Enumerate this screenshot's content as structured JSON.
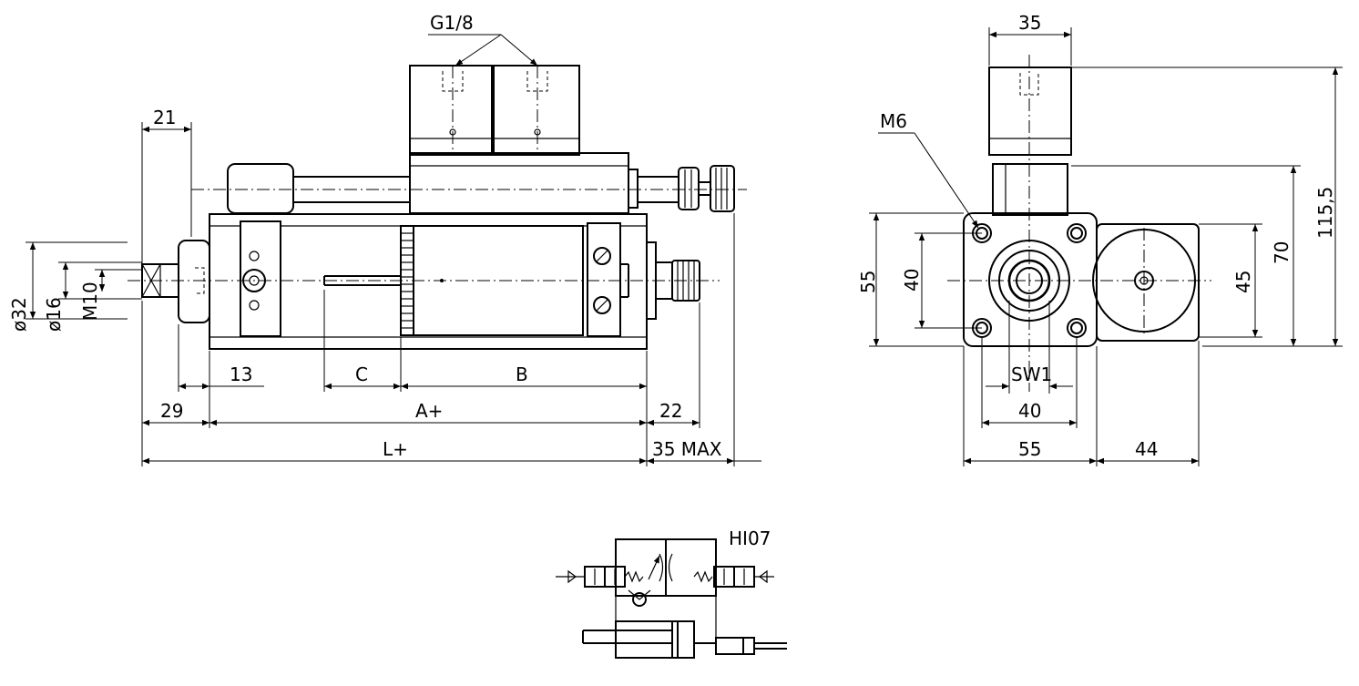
{
  "dimensions": {
    "port_thread": "G1/8",
    "d21": "21",
    "d13": "13",
    "dC": "C",
    "dB": "B",
    "d29": "29",
    "dA": "A+",
    "d22": "22",
    "dL": "L+",
    "d35max": "35 MAX",
    "dia32": "ø32",
    "dia16": "ø16",
    "m10": "M10",
    "side_35": "35",
    "side_m6": "M6",
    "side_55v": "55",
    "side_40v": "40",
    "side_sw1": "SW1",
    "side_40h": "40",
    "side_55h": "55",
    "side_44": "44",
    "side_45": "45",
    "side_70": "70",
    "side_115": "115,5"
  },
  "schematic": {
    "code": "HI07"
  }
}
